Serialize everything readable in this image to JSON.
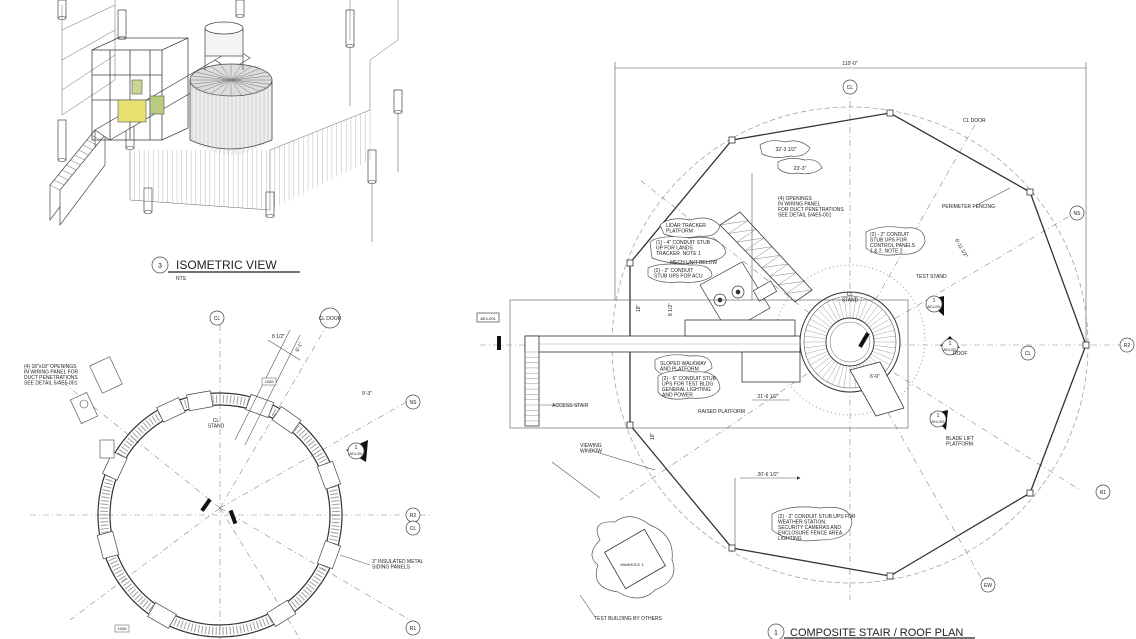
{
  "views": {
    "isometric": {
      "number": "3",
      "title": "ISOMETRIC VIEW",
      "scale": "NTS"
    },
    "plan": {
      "number": "1",
      "title": "COMPOSITE STAIR / ROOF PLAN"
    }
  },
  "grid_labels": {
    "cl": "CL",
    "cl_door": "CL DOOR",
    "ns": "NS",
    "r1": "R1",
    "r2": "R2",
    "ew": "EW"
  },
  "dimensions": {
    "overall": "110'-0\"",
    "d1": "32'-3 1/2\"",
    "d2": "23'-3\"",
    "d3": "21'-6 1/2\"",
    "d4": "20'-6 1/2\"",
    "d5": "6'-0\"",
    "d6": "18\"",
    "d7": "8 1/2\"",
    "d8": "6'-0\"",
    "d9": "16\"",
    "d10": "6'-11 1/2\"",
    "d11": "9'-3\"",
    "d12": "8'-1\""
  },
  "notes": {
    "cl_stand": "CL\nSTAND",
    "wiring": "(4) OPENINGS\nIN WIRING PANEL\nFOR DUCT PENETRATIONS\nSEE DETAIL 5/AE5-001",
    "lidar": "LIDAR TRACKER\nPLATFORM",
    "conduit4": "(1) - 4\" CONDUIT STUB\nUP FOR LANDS\nTRACKER. NOTE 1",
    "mech": "MECH UNIT BELOW",
    "conduit2_acu": "(2) - 2\" CONDUIT\nSTUB UPS FOR ACU",
    "conduit2_ctrl": "(2) - 2\" CONDUIT\nSTUB UPS FOR\nCONTROL PANELS\n1 & 2. NOTE 2",
    "perimeter": "PERIMETER FENCING",
    "test_stand": "TEST STAND",
    "walkway": "SLOPED WALKWAY\nAND PLATFORM",
    "conduit6": "(2) - 6\" CONDUIT STUB\nUPS FOR TEST BLDG\nGENERAL LIGHTING\nAND POWER",
    "raised": "RAISED PLATFORM",
    "access": "ACCESS STAIR",
    "viewing": "VIEWING\nWINDOW",
    "blade": "BLADE LIFT\nPLATFORM",
    "weather": "(2) - 2\" CONDUIT STUB UPS FOR\nWEATHER STATION,\nSECURITY CAMERAS AND\nENCLOSURE FENCE AREA\nLIGHTING",
    "manhole": "MANHOLE 1",
    "test_bldg": "TEST BUILDING BY OTHERS",
    "siding": "3\" INSULATED METAL\nSIDING PANELS",
    "left_wiring": "(4) 18\"x18\" OPENINGS\nIN WIRING PANEL FOR\nDUCT PENETRATIONS\nSEE DETAIL 5/AE5-001",
    "roof": "ROOF"
  },
  "callouts": {
    "c1_num": "1",
    "c1_sheet": "AE4-001",
    "c2_num": "1",
    "c2_sheet": "AE4-001",
    "c3_num": "1",
    "c3_sheet": "AE4-001",
    "c4_num": "1",
    "c4_sheet": "AE4-001",
    "c5_num": "1",
    "c5_sheet": "AE4-001",
    "tag_1006": "1006"
  }
}
